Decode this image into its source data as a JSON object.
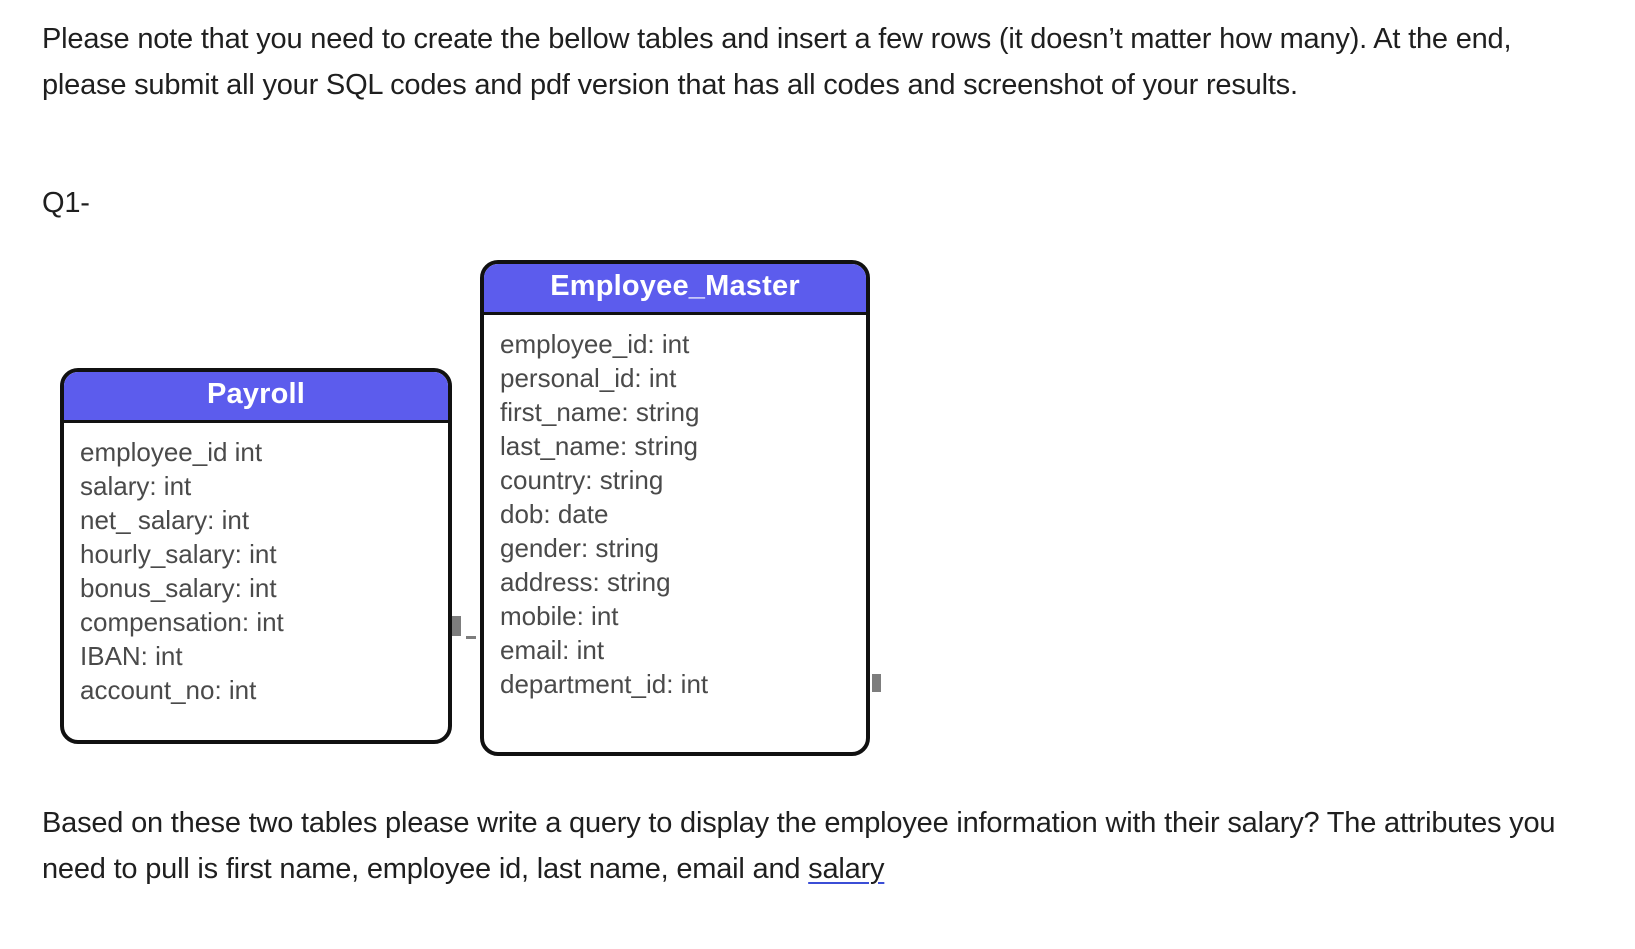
{
  "document": {
    "intro_paragraph": "Please note that you need to create the bellow tables and insert a few rows (it doesn’t matter how many). At the end, please submit all your SQL codes and pdf version that has all codes and screenshot of your results.",
    "question_label": "Q1-",
    "closing_paragraph_part1": "Based on these two tables please write a query to display the employee information with their salary? The attributes you need to pull is first name, employee id, last name, email and ",
    "closing_paragraph_link": "salary"
  },
  "colors": {
    "entity_header_bg": "#5c5ced",
    "entity_header_text": "#ffffff",
    "entity_border": "#111111",
    "attribute_text": "#4a4a4a",
    "body_text": "#1f1f1f",
    "link_underline": "#3b4ed6"
  },
  "diagram": {
    "type": "entity-relationship",
    "entities": [
      {
        "name": "Payroll",
        "attributes": [
          "employee_id int",
          "salary: int",
          "net_ salary: int",
          "hourly_salary: int",
          "bonus_salary: int",
          "compensation: int",
          "IBAN: int",
          "account_no: int"
        ]
      },
      {
        "name": "Employee_Master",
        "attributes": [
          "employee_id: int",
          "personal_id: int",
          "first_name: string",
          "last_name: string",
          "country: string",
          "dob: date",
          "gender: string",
          "address: string",
          "mobile: int",
          "email: int",
          "department_id: int"
        ]
      }
    ]
  }
}
